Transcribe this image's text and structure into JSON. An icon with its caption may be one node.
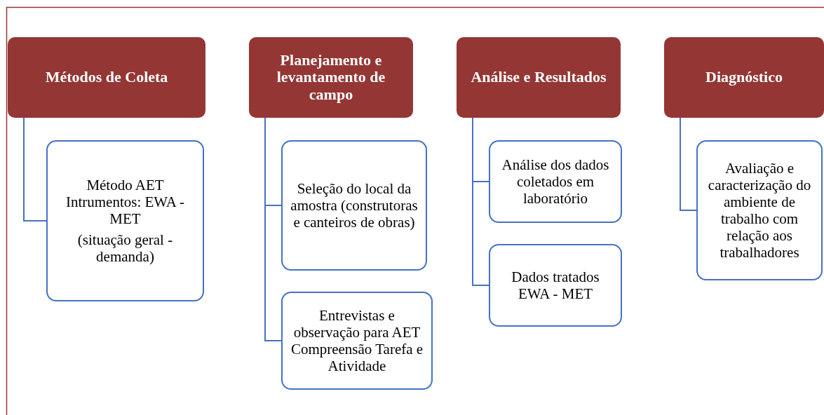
{
  "diagram": {
    "nodes": [
      {
        "text": [
          "Métodos de Coleta"
        ]
      },
      {
        "text": [
          "Método AET Intrumentos: EWA - MET",
          "(situação geral - demanda)"
        ]
      },
      {
        "text": [
          "Planejamento e levantamento de campo"
        ]
      },
      {
        "text": [
          "Seleção do local da amostra (construtoras e canteiros de obras)"
        ]
      },
      {
        "text": [
          "Entrevistas e observação para AET Compreensão Tarefa e Atividade"
        ]
      },
      {
        "text": [
          "Análise e Resultados"
        ]
      },
      {
        "text": [
          "Análise dos dados coletados em laboratório"
        ]
      },
      {
        "text": [
          "Dados tratados EWA - MET"
        ]
      },
      {
        "text": [
          "Diagnóstico"
        ]
      },
      {
        "text": [
          "Avaliação e caracterização do ambiente de trabalho com relação aos trabalhadores"
        ]
      }
    ],
    "edges": [
      {
        "from": 0,
        "to": 1,
        "arrow": "none"
      },
      {
        "from": 2,
        "to": 3,
        "arrow": "none"
      },
      {
        "from": 2,
        "to": 4,
        "arrow": "none"
      },
      {
        "from": 5,
        "to": 6,
        "arrow": "none"
      },
      {
        "from": 5,
        "to": 7,
        "arrow": "none"
      },
      {
        "from": 8,
        "to": 9,
        "arrow": "none"
      }
    ]
  }
}
